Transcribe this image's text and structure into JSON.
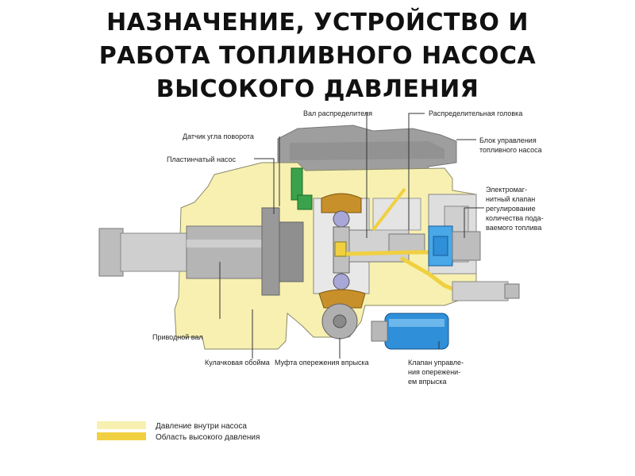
{
  "title": {
    "line1": "НАЗНАЧЕНИЕ, УСТРОЙСТВО И",
    "line2": "РАБОТА ТОПЛИВНОГО НАСОСА",
    "line3": "ВЫСОКОГО ДАВЛЕНИЯ"
  },
  "labels": {
    "shaft_distributor": "Вал распределителя",
    "distributor_head": "Распределительная головка",
    "angle_sensor": "Датчик угла поворота",
    "control_unit_l1": "Блок управления",
    "control_unit_l2": "топливного насоса",
    "vane_pump": "Пластинчатый насос",
    "valve_l1": "Электромаг-",
    "valve_l2": "нитный клапан",
    "valve_l3": "регулирование",
    "valve_l4": "количества пода-",
    "valve_l5": "ваемого топлива",
    "drive_shaft": "Приводной вал",
    "cam_ring": "Кулачковая обойма",
    "timing_coupling": "Муфта опережения впрыска",
    "timing_valve_l1": "Клапан управле-",
    "timing_valve_l2": "ния опережени-",
    "timing_valve_l3": "ем впрыска"
  },
  "legend": {
    "internal_pressure": "Давление внутри насоса",
    "high_pressure": "Область высокого давления"
  },
  "colors": {
    "internal_pressure": "#f7f0b0",
    "high_pressure": "#f0d040",
    "housing": "#a8a8a8",
    "valve": "#2f8fd8",
    "sensor": "#3aa24a"
  }
}
